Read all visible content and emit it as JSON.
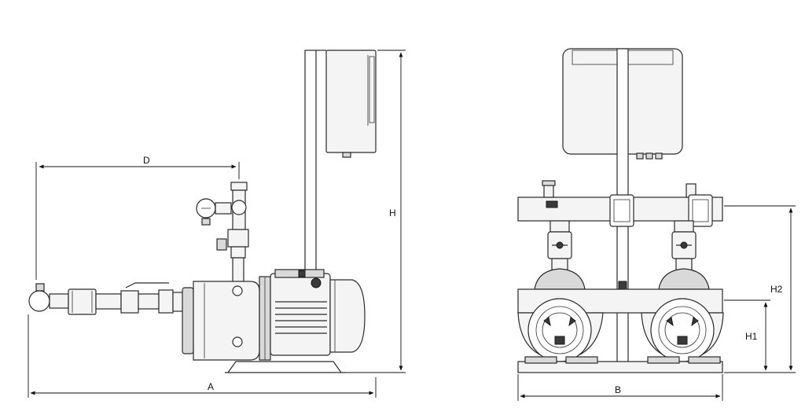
{
  "dimensions": {
    "A": "A",
    "B": "B",
    "D": "D",
    "H": "H",
    "H1": "H1",
    "H2": "H2"
  }
}
